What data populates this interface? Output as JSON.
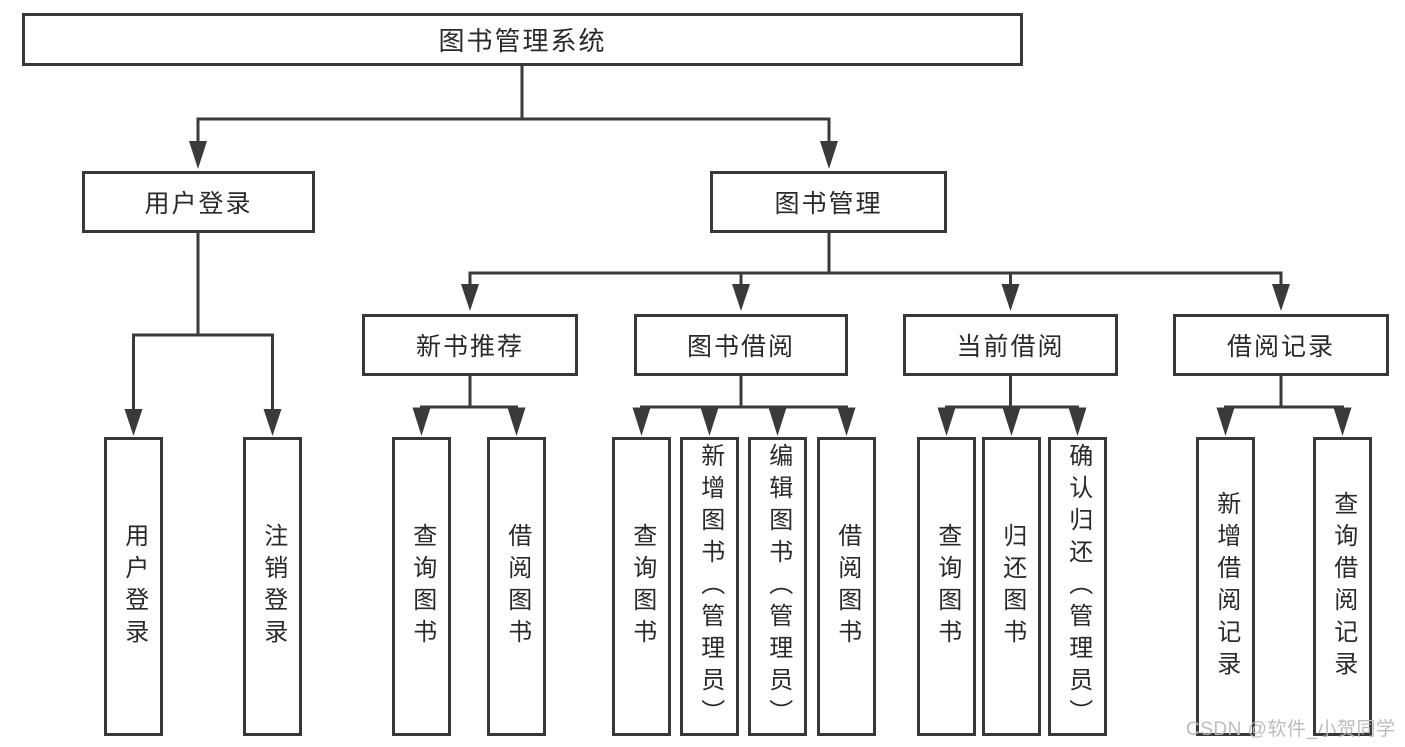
{
  "watermark": "CSDN @软件_小贺同学",
  "colors": {
    "background": "#ffffff",
    "line": "#3a3a3a",
    "box_border": "#383838",
    "text": "#2a2a2a",
    "watermark": "#b8b8b8"
  },
  "tree": {
    "root": {
      "label": "图书管理系统"
    },
    "branches": [
      {
        "label": "用户登录",
        "children": [
          {
            "label": "用户登录"
          },
          {
            "label": "注销登录"
          }
        ]
      },
      {
        "label": "图书管理",
        "children": [
          {
            "label": "新书推荐",
            "children": [
              {
                "label": "查询图书"
              },
              {
                "label": "借阅图书"
              }
            ]
          },
          {
            "label": "图书借阅",
            "children": [
              {
                "label": "查询图书"
              },
              {
                "label": "新增图书（管理员）"
              },
              {
                "label": "编辑图书（管理员）"
              },
              {
                "label": "借阅图书"
              }
            ]
          },
          {
            "label": "当前借阅",
            "children": [
              {
                "label": "查询图书"
              },
              {
                "label": "归还图书"
              },
              {
                "label": "确认归还（管理员）"
              }
            ]
          },
          {
            "label": "借阅记录",
            "children": [
              {
                "label": "新增借阅记录"
              },
              {
                "label": "查询借阅记录"
              }
            ]
          }
        ]
      }
    ]
  }
}
